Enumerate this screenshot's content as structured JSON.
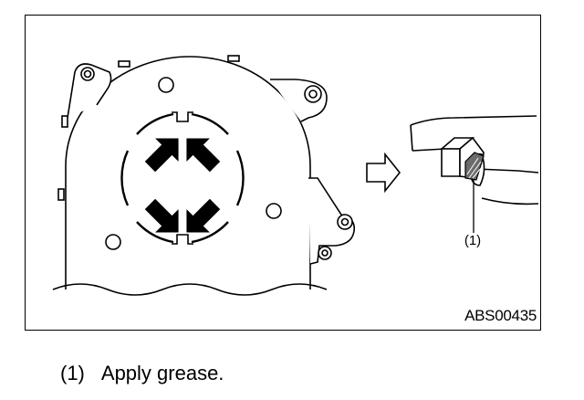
{
  "figure": {
    "callout_number": "(1)",
    "figure_code": "ABS00435"
  },
  "caption": {
    "number": "(1)",
    "text": "Apply grease."
  },
  "colors": {
    "line": "#000000",
    "background": "#ffffff",
    "hatch_fill": "#6b6b6b"
  }
}
